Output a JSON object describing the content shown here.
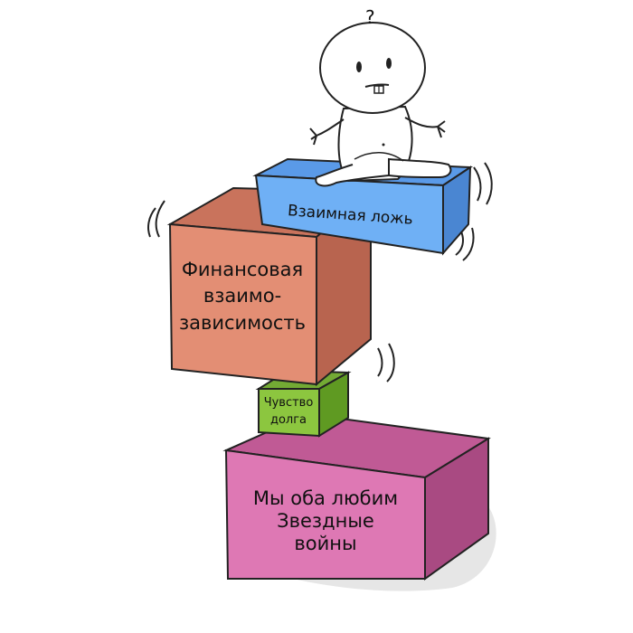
{
  "boxes": {
    "top": {
      "line1": "Взаимная ложь",
      "color": "#6fb0f5"
    },
    "second": {
      "line1": "Финансовая",
      "line2": "взаимо-",
      "line3": "зависимость",
      "color": "#e38e74"
    },
    "small": {
      "line1": "Чувство",
      "line2": "долга",
      "color": "#8cc63f"
    },
    "bottom": {
      "line1": "Мы оба любим",
      "line2": "Звездные",
      "line3": "войны",
      "color": "#de78b4"
    }
  },
  "character": {
    "name": "baby-character",
    "question_mark": "?"
  },
  "icons": [
    "wobble-lines-icon",
    "shadow"
  ]
}
